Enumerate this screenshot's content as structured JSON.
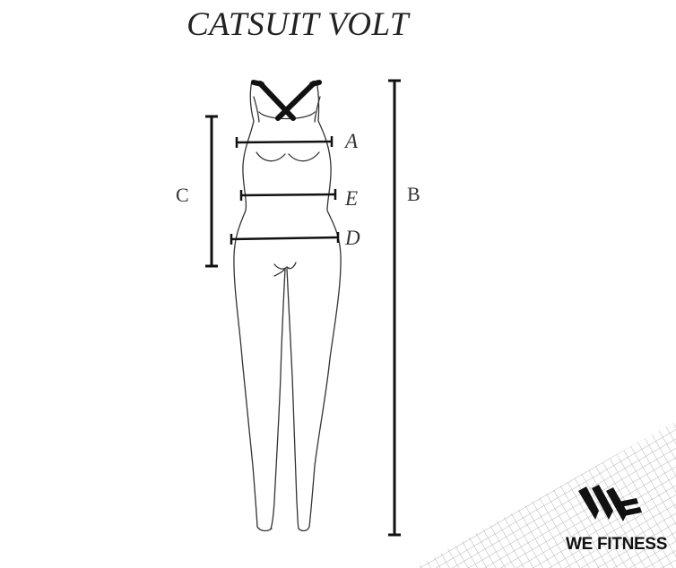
{
  "title": "CATSUIT VOLT",
  "measurements": {
    "A": "A",
    "B": "B",
    "C": "C",
    "D": "D",
    "E": "E"
  },
  "brand": {
    "name": "WE FITNESS"
  },
  "colors": {
    "ink": "#222222",
    "background": "#ffffff",
    "grid": "#bdbdbd"
  }
}
